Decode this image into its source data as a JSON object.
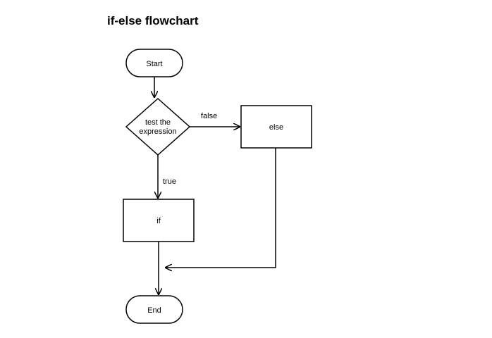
{
  "title": "if-else flowchart",
  "nodes": {
    "start": "Start",
    "decision_line1": "test the",
    "decision_line2": "expression",
    "else_box": "else",
    "if_box": "if",
    "end": "End"
  },
  "edge_labels": {
    "false_branch": "false",
    "true_branch": "true"
  },
  "colors": {
    "stroke": "#000000",
    "fill": "#ffffff",
    "text": "#000000"
  }
}
